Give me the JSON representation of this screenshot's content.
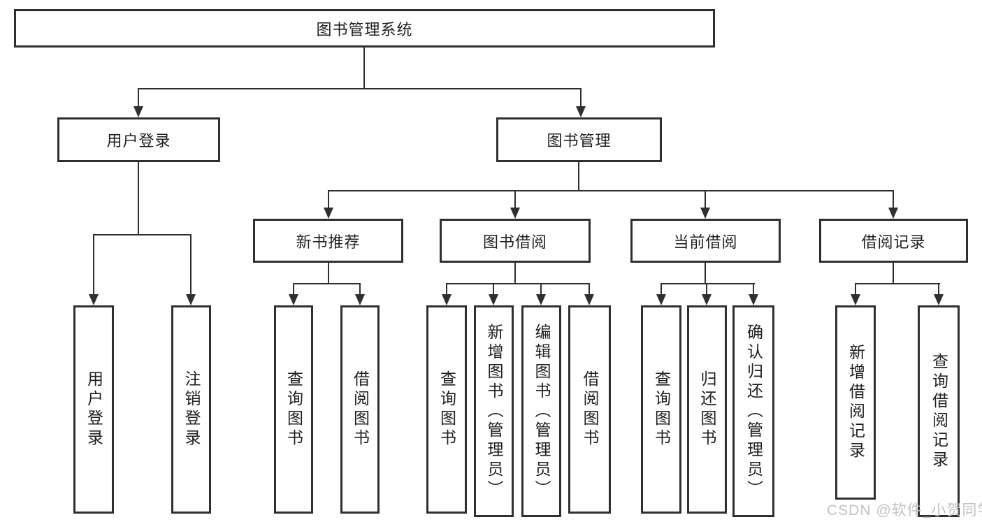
{
  "diagram_title": "图书管理系统",
  "nodes": {
    "root": "图书管理系统",
    "user_login": "用户登录",
    "book_mgmt": "图书管理",
    "new_books": "新书推荐",
    "book_borrow": "图书借阅",
    "current_borrow": "当前借阅",
    "borrow_records": "借阅记录",
    "ul_login": "用户登录",
    "ul_logout": "注销登录",
    "nb_query": "查询图书",
    "nb_borrow": "借阅图书",
    "bb_query": "查询图书",
    "bb_add": "新增图书（管理员）",
    "bb_edit": "编辑图书（管理员）",
    "bb_borrow": "借阅图书",
    "cb_query": "查询图书",
    "cb_return": "归还图书",
    "cb_confirm": "确认归还（管理员）",
    "br_add": "新增借阅记录",
    "br_query": "查询借阅记录"
  },
  "hierarchy": {
    "图书管理系统": [
      "用户登录",
      "图书管理"
    ],
    "用户登录": [
      "用户登录",
      "注销登录"
    ],
    "图书管理": [
      "新书推荐",
      "图书借阅",
      "当前借阅",
      "借阅记录"
    ],
    "新书推荐": [
      "查询图书",
      "借阅图书"
    ],
    "图书借阅": [
      "查询图书",
      "新增图书（管理员）",
      "编辑图书（管理员）",
      "借阅图书"
    ],
    "当前借阅": [
      "查询图书",
      "归还图书",
      "确认归还（管理员）"
    ],
    "借阅记录": [
      "新增借阅记录",
      "查询借阅记录"
    ]
  },
  "watermark": "CSDN @软件_小贺同学",
  "colors": {
    "line": "#2f2f2f",
    "box_border": "#2f2f2f",
    "text": "#1f1f1f",
    "watermark": "#c2c2c2",
    "background": "#ffffff"
  }
}
